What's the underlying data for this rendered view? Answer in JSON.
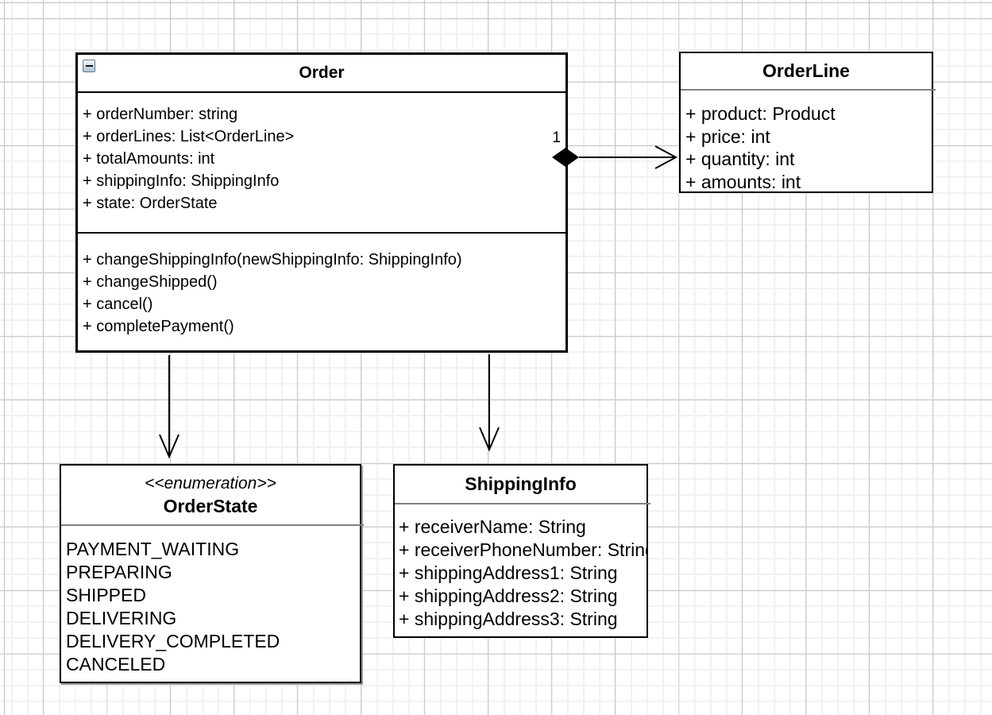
{
  "diagram_type": "uml-class-diagram",
  "classes": {
    "order": {
      "title": "Order",
      "attributes": [
        "+ orderNumber: string",
        "+ orderLines: List<OrderLine>",
        "+ totalAmounts: int",
        "+ shippingInfo: ShippingInfo",
        "+ state: OrderState"
      ],
      "methods": [
        "+ changeShippingInfo(newShippingInfo: ShippingInfo)",
        "+ changeShipped()",
        "+ cancel()",
        "+ completePayment()"
      ]
    },
    "orderLine": {
      "title": "OrderLine",
      "attributes": [
        "+ product: Product",
        "+ price: int",
        "+ quantity: int",
        "+ amounts: int"
      ]
    },
    "orderState": {
      "stereotype": "<<enumeration>>",
      "title": "OrderState",
      "values": [
        "PAYMENT_WAITING",
        "PREPARING",
        "SHIPPED",
        "DELIVERING",
        "DELIVERY_COMPLETED",
        "CANCELED"
      ]
    },
    "shippingInfo": {
      "title": "ShippingInfo",
      "attributes": [
        "+ receiverName: String",
        "+ receiverPhoneNumber: String",
        "+ shippingAddress1: String",
        "+ shippingAddress2: String",
        "+ shippingAddress3: String"
      ]
    }
  },
  "connectors": {
    "composition": {
      "from": "Order",
      "to": "OrderLine",
      "multiplicity": "1",
      "style": "filled-diamond-open-arrow"
    },
    "order_to_orderState": {
      "from": "Order",
      "to": "OrderState",
      "style": "open-arrow"
    },
    "order_to_shippingInfo": {
      "from": "Order",
      "to": "ShippingInfo",
      "style": "open-arrow"
    }
  },
  "icons": {
    "collapse_button": "minus-icon"
  },
  "colors": {
    "line": "#000000",
    "divider_gray": "#808080",
    "background": "#ffffff",
    "grid_minor": "#f1f1f1",
    "grid_major": "#c7c7c7",
    "box_shadow": "#999999"
  }
}
